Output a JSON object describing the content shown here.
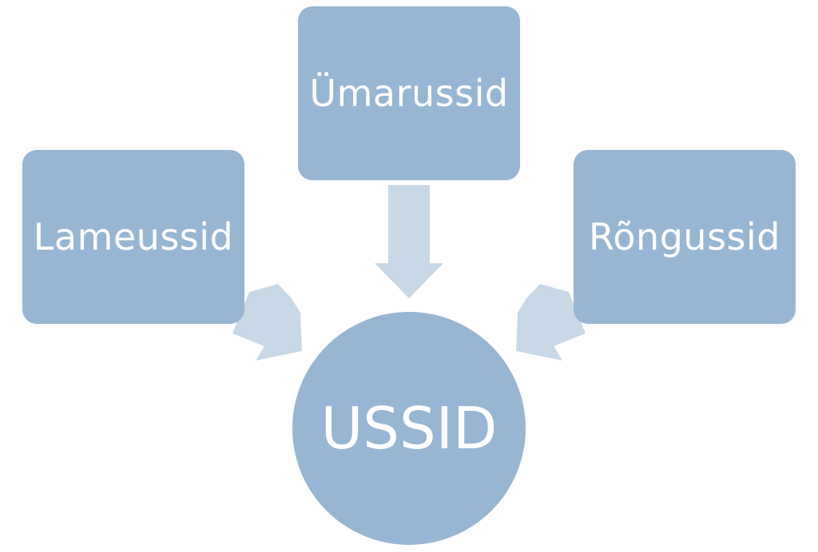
{
  "diagram": {
    "center_label": "USSID",
    "nodes": {
      "top": "Ümarussid",
      "left": "Lameussid",
      "right": "Rõngussid"
    }
  },
  "colors": {
    "node_fill": "#97b6d3",
    "arrow_fill": "#c9d8e7",
    "text": "#ffffff"
  }
}
